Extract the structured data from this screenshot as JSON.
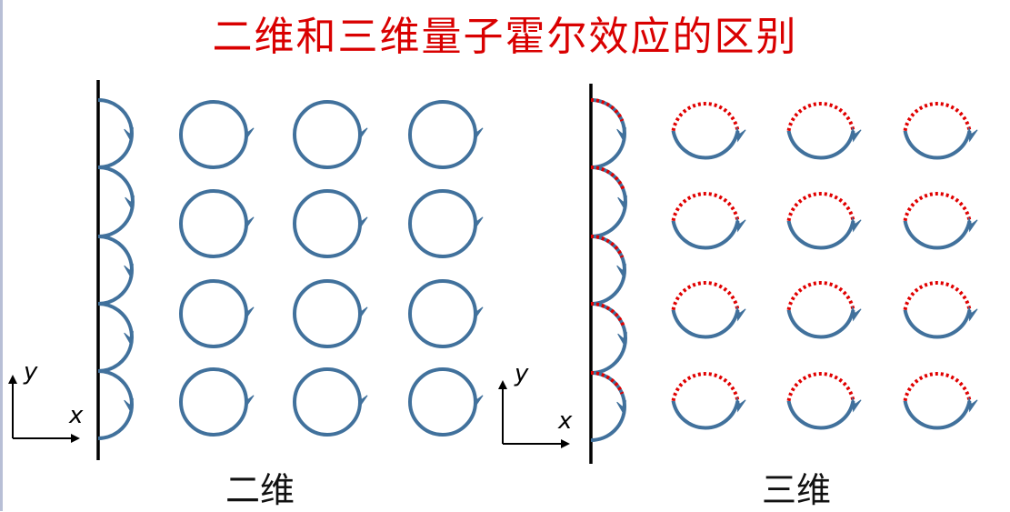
{
  "title": "二维和三维量子霍尔效应的区别",
  "panels": {
    "left": {
      "caption": "二维",
      "axis_x": "x",
      "axis_y": "y"
    },
    "right": {
      "caption": "三维",
      "axis_x": "x",
      "axis_y": "y"
    }
  },
  "colors": {
    "title": "#d90000",
    "orbit": "#41719c",
    "dotted": "#e00000",
    "edge": "#000000"
  }
}
